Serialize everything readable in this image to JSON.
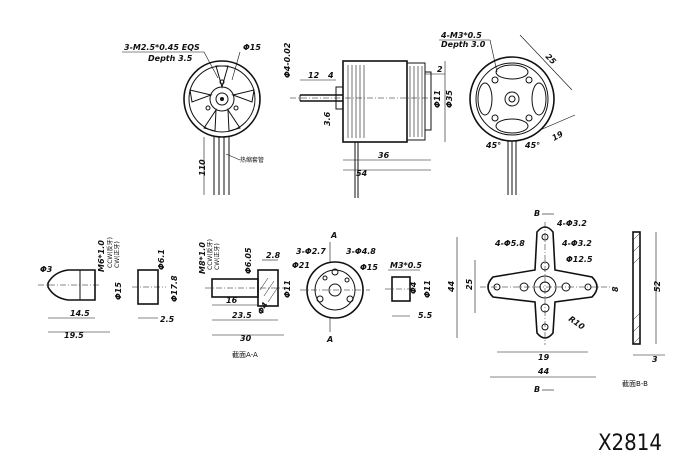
{
  "front_view": {
    "thread_note": "3-M2.5*0.45 EQS",
    "depth_note": "Depth 3.5",
    "diameter": "Φ15",
    "heat_shrink": "热缩套管",
    "lead_length": "110"
  },
  "side_view": {
    "shaft_dia": "Φ4-0.02",
    "dim_12": "12",
    "dim_4": "4",
    "dim_3_6": "3.6",
    "dim_36": "36",
    "dim_54": "54",
    "dim_2": "2",
    "dim_phi11": "Φ11",
    "dim_phi35": "Φ35"
  },
  "rear_view": {
    "thread_note": "4-M3*0.5",
    "depth_note": "Depth 3.0",
    "dim_25": "25",
    "dim_19": "19",
    "angle_1": "45°",
    "angle_2": "45°"
  },
  "prop_adapter": {
    "spinner_dia": "Φ3",
    "thread_label": "M6*1.0",
    "thread_sub_1": "CCW(反牙)",
    "thread_sub_2": "CW(正牙)",
    "dim_phi15": "Φ15",
    "dim_14_5": "14.5",
    "dim_19_5": "19.5",
    "dim_phi6_1": "Φ6.1",
    "dim_phi17_8": "Φ17.8",
    "dim_2_5": "2.5",
    "collet_thread": "M8*1.0",
    "collet_sub_1": "CCW(反牙)",
    "collet_sub_2": "CW(正牙)",
    "dim_phi6": "Φ6.05",
    "dim_2_8": "2.8",
    "dim_phi4": "Φ4",
    "dim_16": "16",
    "dim_23_5": "23.5",
    "dim_30": "30",
    "dim_phi11": "Φ11",
    "section_label": "截面A-A"
  },
  "hub_view": {
    "holes_1": "3-Φ2.7",
    "holes_2": "3-Φ4.8",
    "dim_phi21": "Φ21",
    "dim_phi15": "Φ15",
    "mark_a_top": "A",
    "mark_a_bottom": "A"
  },
  "nut_view": {
    "thread": "M3*0.5",
    "dim_phi4": "Φ4",
    "dim_phi11": "Φ11",
    "dim_5_5": "5.5"
  },
  "mount_view": {
    "mark_b_top": "B",
    "mark_b_bottom": "B",
    "holes_3_2a": "4-Φ3.2",
    "holes_5_8": "4-Φ5.8",
    "holes_3_2b": "4-Φ3.2",
    "dim_phi12_5": "Φ12.5",
    "dim_44_v": "44",
    "dim_25": "25",
    "dim_8": "8",
    "dim_r10": "R10",
    "dim_19": "19",
    "dim_44_h": "44"
  },
  "section_b": {
    "dim_52": "52",
    "dim_3": "3",
    "label": "截面B-B"
  },
  "model": "X2814"
}
